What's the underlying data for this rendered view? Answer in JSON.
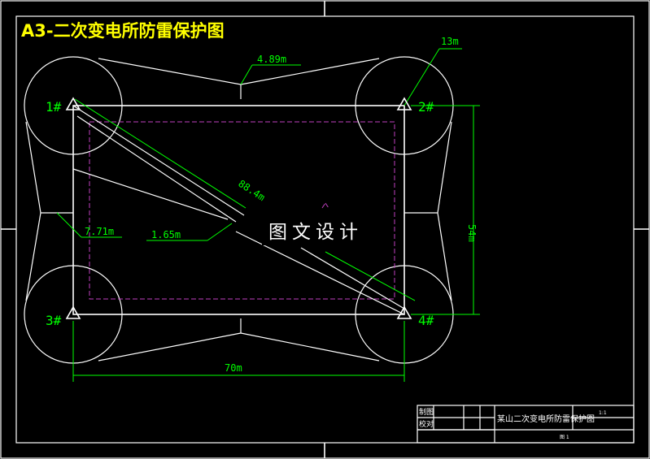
{
  "title": "A3-二次变电所防雷保护图",
  "watermark": "图文设计",
  "dimensions": {
    "top_gap": "4.89m",
    "radius": "13m",
    "diagonal": "88.4m",
    "left_gap": "7.71m",
    "inner_offset": "1.65m",
    "width": "70m",
    "height": "54m"
  },
  "masts": [
    "1#",
    "2#",
    "3#",
    "4#"
  ],
  "title_block": {
    "row1_label": "制图",
    "row2_label": "校对",
    "drawing_name": "某山二次变电所防雷保护图",
    "scale": "1:1",
    "sheet": "图 1"
  },
  "colors": {
    "background": "#000000",
    "lines": "#ffffff",
    "dimensions": "#00ff00",
    "title": "#ffff00",
    "boundary": "#c040c0"
  }
}
